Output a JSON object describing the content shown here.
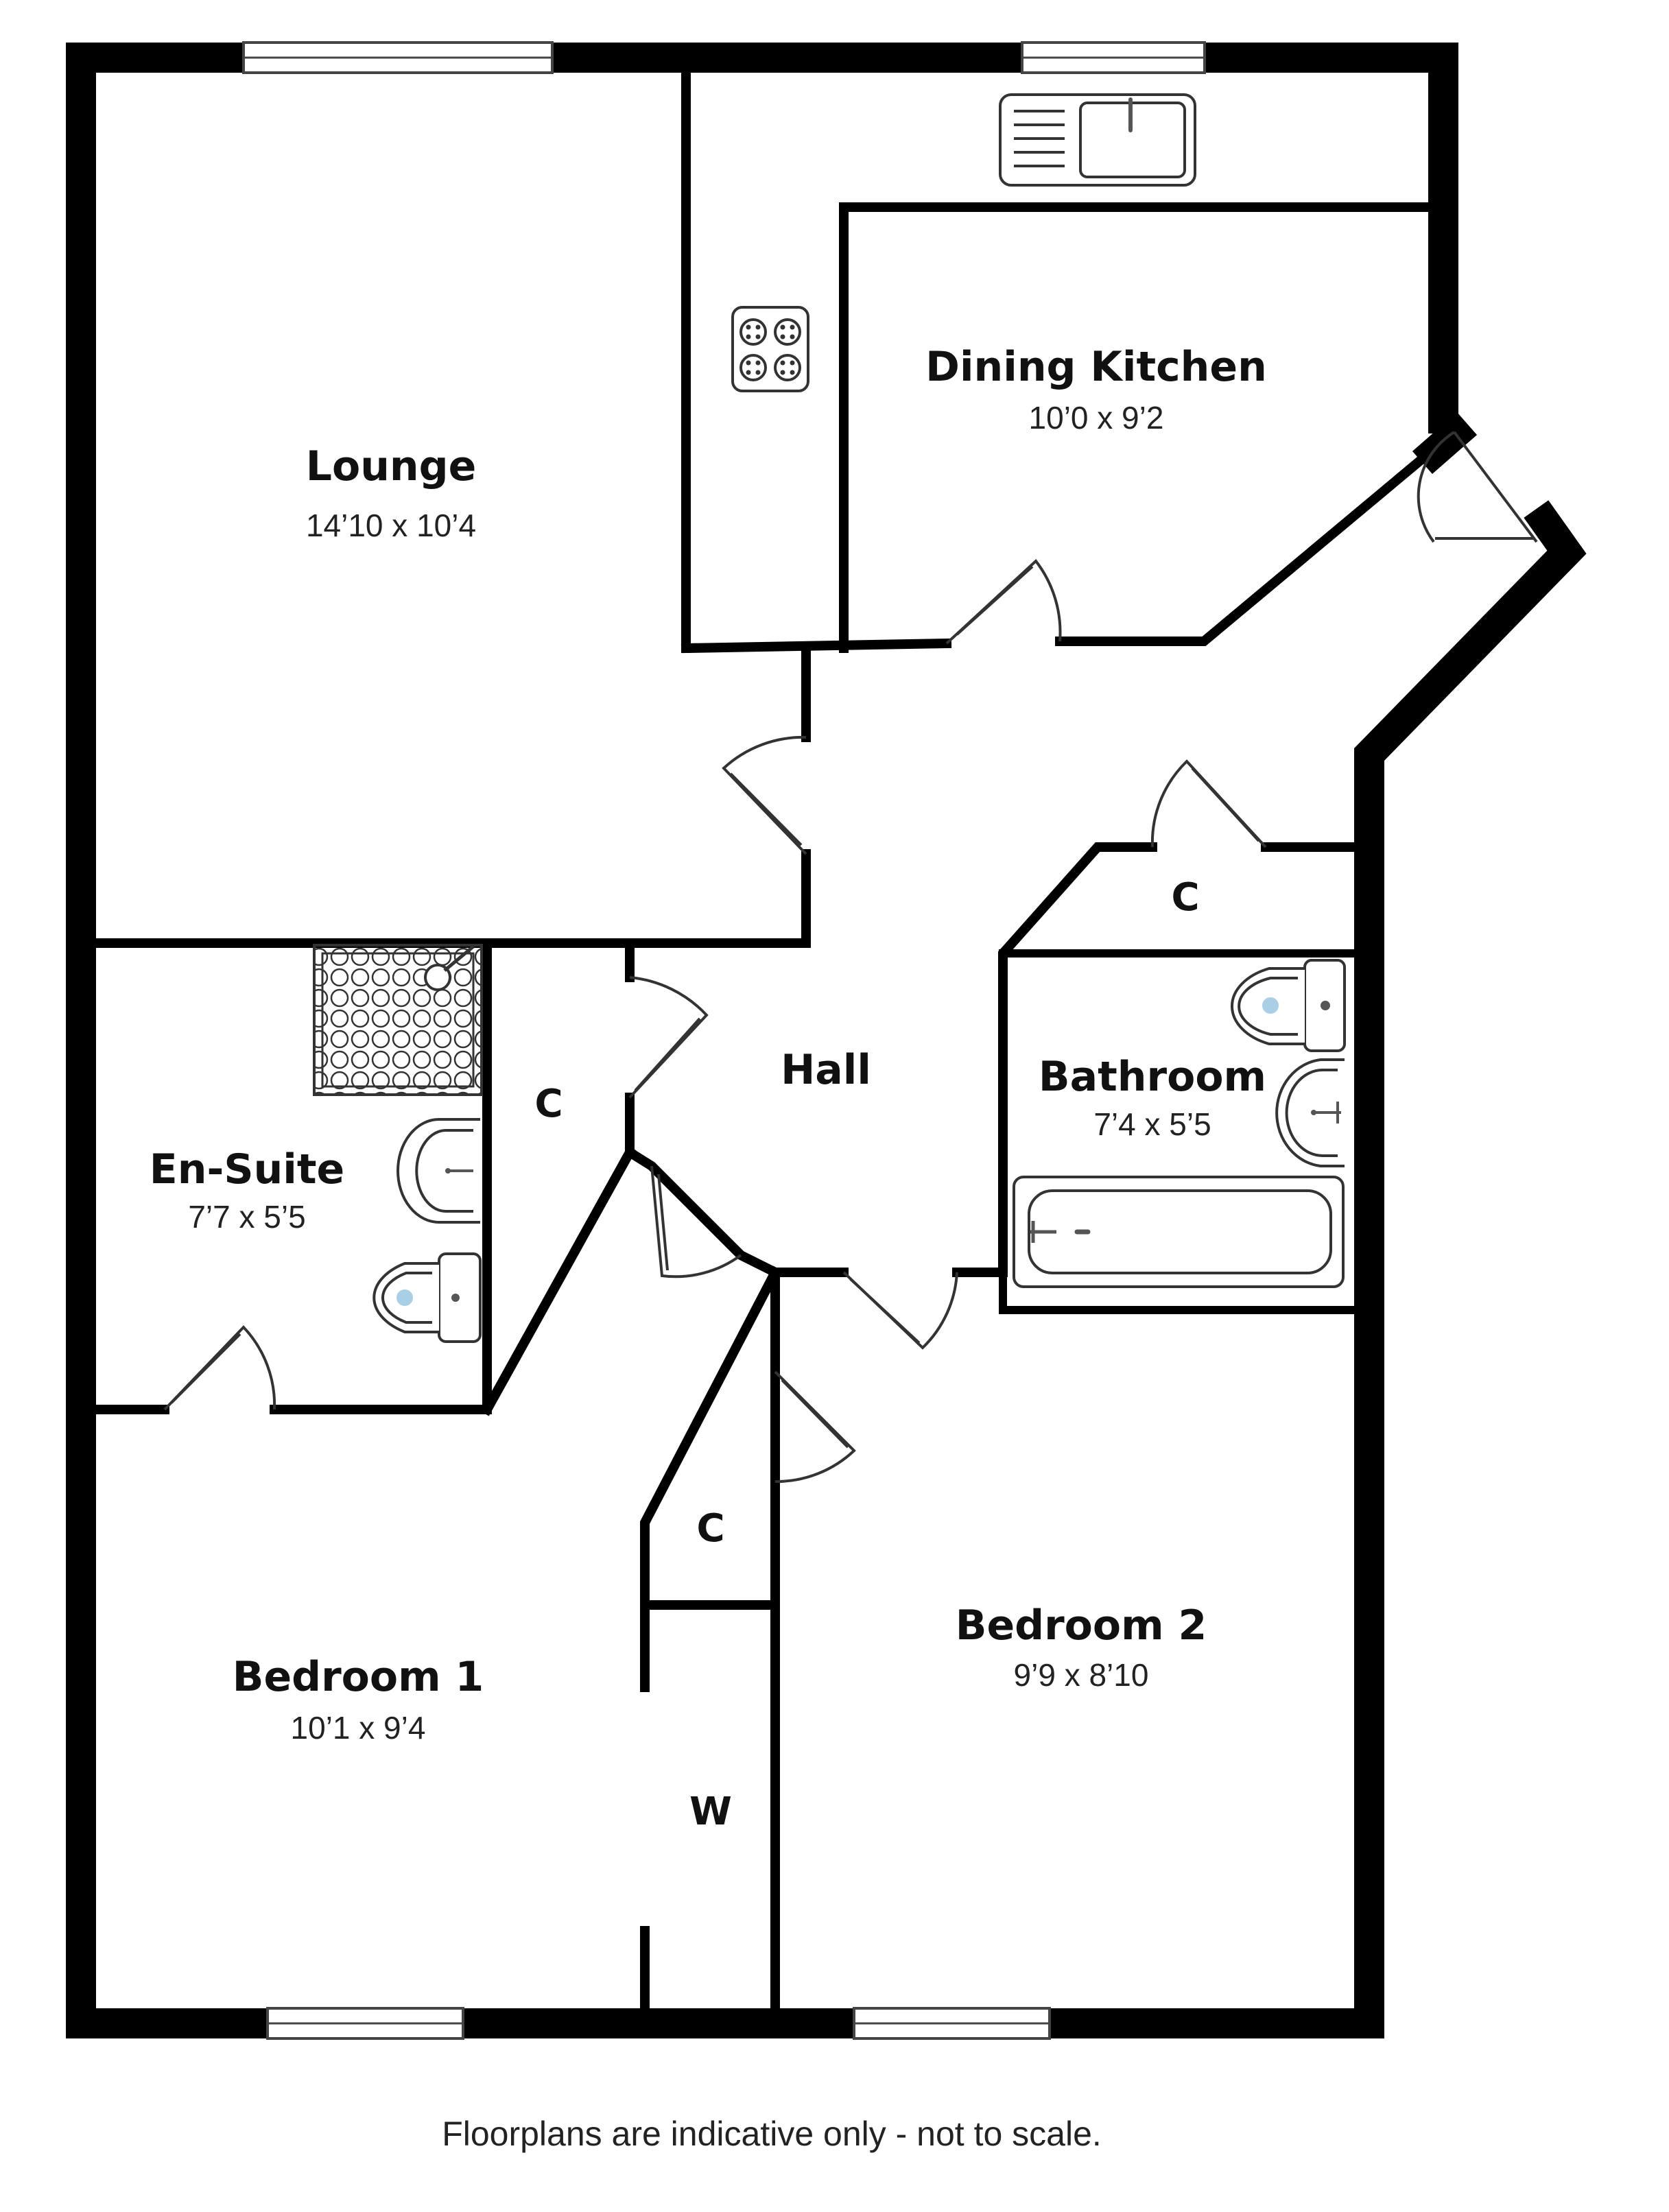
{
  "rooms": {
    "lounge": {
      "name": "Lounge",
      "size": "14’10 x 10’4"
    },
    "dining_kitchen": {
      "name": "Dining Kitchen",
      "size": "10’0 x 9’2"
    },
    "hall": {
      "name": "Hall"
    },
    "bathroom": {
      "name": "Bathroom",
      "size": "7’4 x 5’5"
    },
    "en_suite": {
      "name": "En-Suite",
      "size": "7’7 x 5’5"
    },
    "bedroom_1": {
      "name": "Bedroom 1",
      "size": "10’1 x 9’4"
    },
    "bedroom_2": {
      "name": "Bedroom 2",
      "size": "9’9 x 8’10"
    }
  },
  "cupboards": {
    "hall_cupboard": "C",
    "bathroom_cupboard": "C",
    "bedroom_cupboard": "C",
    "wardrobe": "W"
  },
  "disclaimer": "Floorplans are indicative only - not to scale.",
  "colors": {
    "wall": "#000000",
    "fixture_line": "#333333",
    "toilet_water": "#a8cfe6",
    "background": "#ffffff"
  },
  "icons": [
    "sink-icon",
    "hob-icon",
    "shower-tray-icon",
    "toilet-icon",
    "washbasin-icon",
    "bath-icon",
    "door-swing-icon",
    "window-icon"
  ]
}
